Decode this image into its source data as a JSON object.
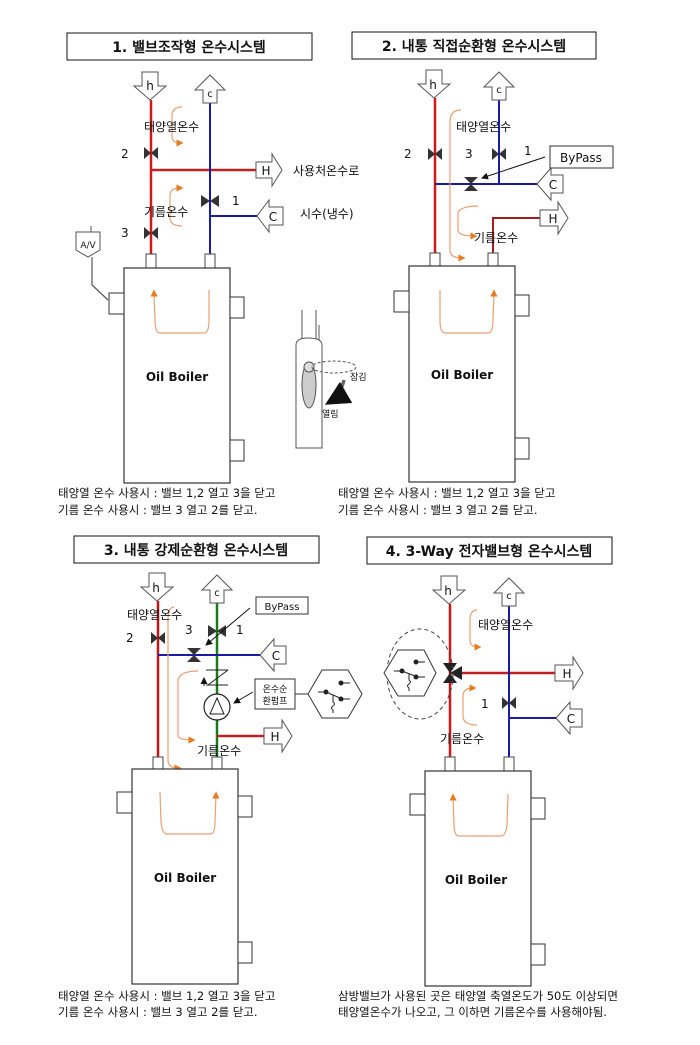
{
  "colors": {
    "hot_pipe": "#d01818",
    "cold_pipe": "#1a1aa8",
    "circulation_pipe": "#1a7a1a",
    "flow_arrow": "#e87a20",
    "outline": "#222222"
  },
  "panels": [
    {
      "title": "1. 밸브조작형 온수시스템",
      "solar_label": "태양열온수",
      "oil_label": "기름온수",
      "use_label": "사용처온수로",
      "tap_label": "시수(냉수)",
      "valve_numbers": [
        "1",
        "2",
        "3"
      ],
      "port_h_in": "h",
      "port_c_out": "c",
      "port_H_out": "H",
      "port_C_in": "C",
      "air_vent": "A/V",
      "boiler_label": "Oil Boiler",
      "caption_line1": "태양열 온수 사용시 : 밸브 1,2 열고 3을 닫고",
      "caption_line2": "기름 온수 사용시 : 밸브 3 열고 2를 닫고."
    },
    {
      "title": "2. 내통 직접순환형 온수시스템",
      "solar_label": "태양열온수",
      "oil_label": "기름온수",
      "bypass_label": "ByPass",
      "valve_numbers": [
        "1",
        "2",
        "3"
      ],
      "port_h_in": "h",
      "port_c_out": "c",
      "port_H_out": "H",
      "port_C_in": "C",
      "boiler_label": "Oil Boiler",
      "caption_line1": "태양열 온수 사용시 : 밸브 1,2 열고 3을 닫고",
      "caption_line2": "기름 온수 사용시 : 밸브 3 열고 2를 닫고."
    },
    {
      "title": "3. 내통 강제순환형 온수시스템",
      "solar_label": "태양열온수",
      "oil_label": "기름온수",
      "bypass_label": "ByPass",
      "pump_label_line1": "온수순",
      "pump_label_line2": "환펌프",
      "valve_numbers": [
        "1",
        "2",
        "3"
      ],
      "port_h_in": "h",
      "port_c_out": "c",
      "port_H_out": "H",
      "port_C_in": "C",
      "boiler_label": "Oil Boiler",
      "caption_line1": "태양열 온수 사용시 : 밸브 1,2 열고 3을 닫고",
      "caption_line2": "기름 온수 사용시 : 밸브 3 열고 2를 닫고."
    },
    {
      "title": "4. 3-Way 전자밸브형 온수시스템",
      "solar_label": "태양열온수",
      "oil_label": "기름온수",
      "valve_numbers": [
        "1"
      ],
      "port_h_in": "h",
      "port_c_out": "c",
      "port_H_out": "H",
      "port_C_in": "C",
      "boiler_label": "Oil Boiler",
      "caption_line1": "삼방밸브가 사용된 곳은 태양열 축열온도가 50도 이상되면",
      "caption_line2": "태양열온수가 나오고, 그 이하면 기름온수를 사용해야됨."
    }
  ],
  "valve_handle": {
    "close_label": "잠김",
    "open_label": "열림"
  }
}
